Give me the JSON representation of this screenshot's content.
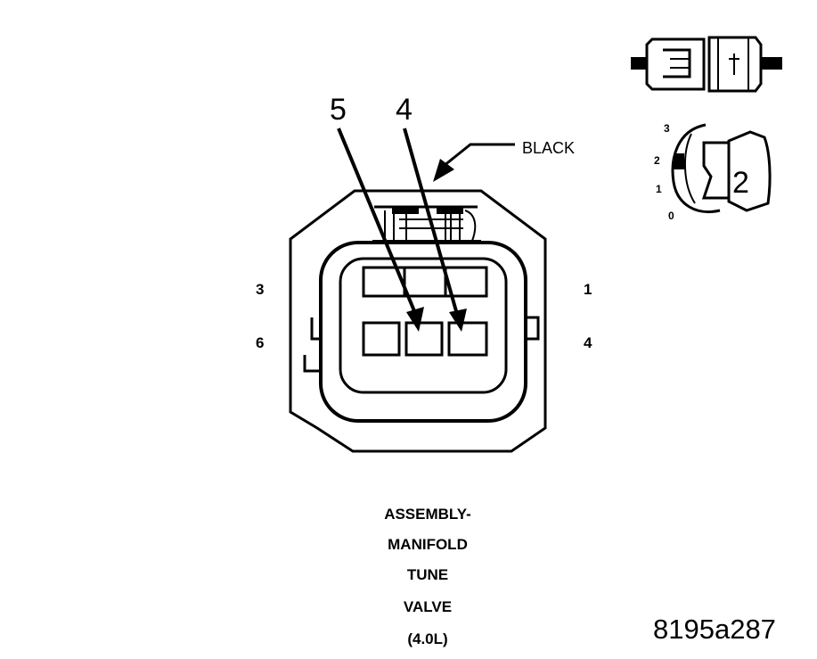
{
  "callouts": {
    "pin_5": "5",
    "pin_4": "4",
    "wire_color": "BLACK"
  },
  "cavity_numbers": {
    "top_left": "3",
    "top_right": "1",
    "bottom_left": "6",
    "bottom_right": "4"
  },
  "lock_dial": {
    "marks": [
      "3",
      "2",
      "1",
      "0"
    ],
    "position": "2"
  },
  "caption": {
    "lines": [
      "ASSEMBLY-",
      "MANIFOLD",
      "TUNE",
      "VALVE",
      "(4.0L)"
    ]
  },
  "figure_id": "8195a287"
}
